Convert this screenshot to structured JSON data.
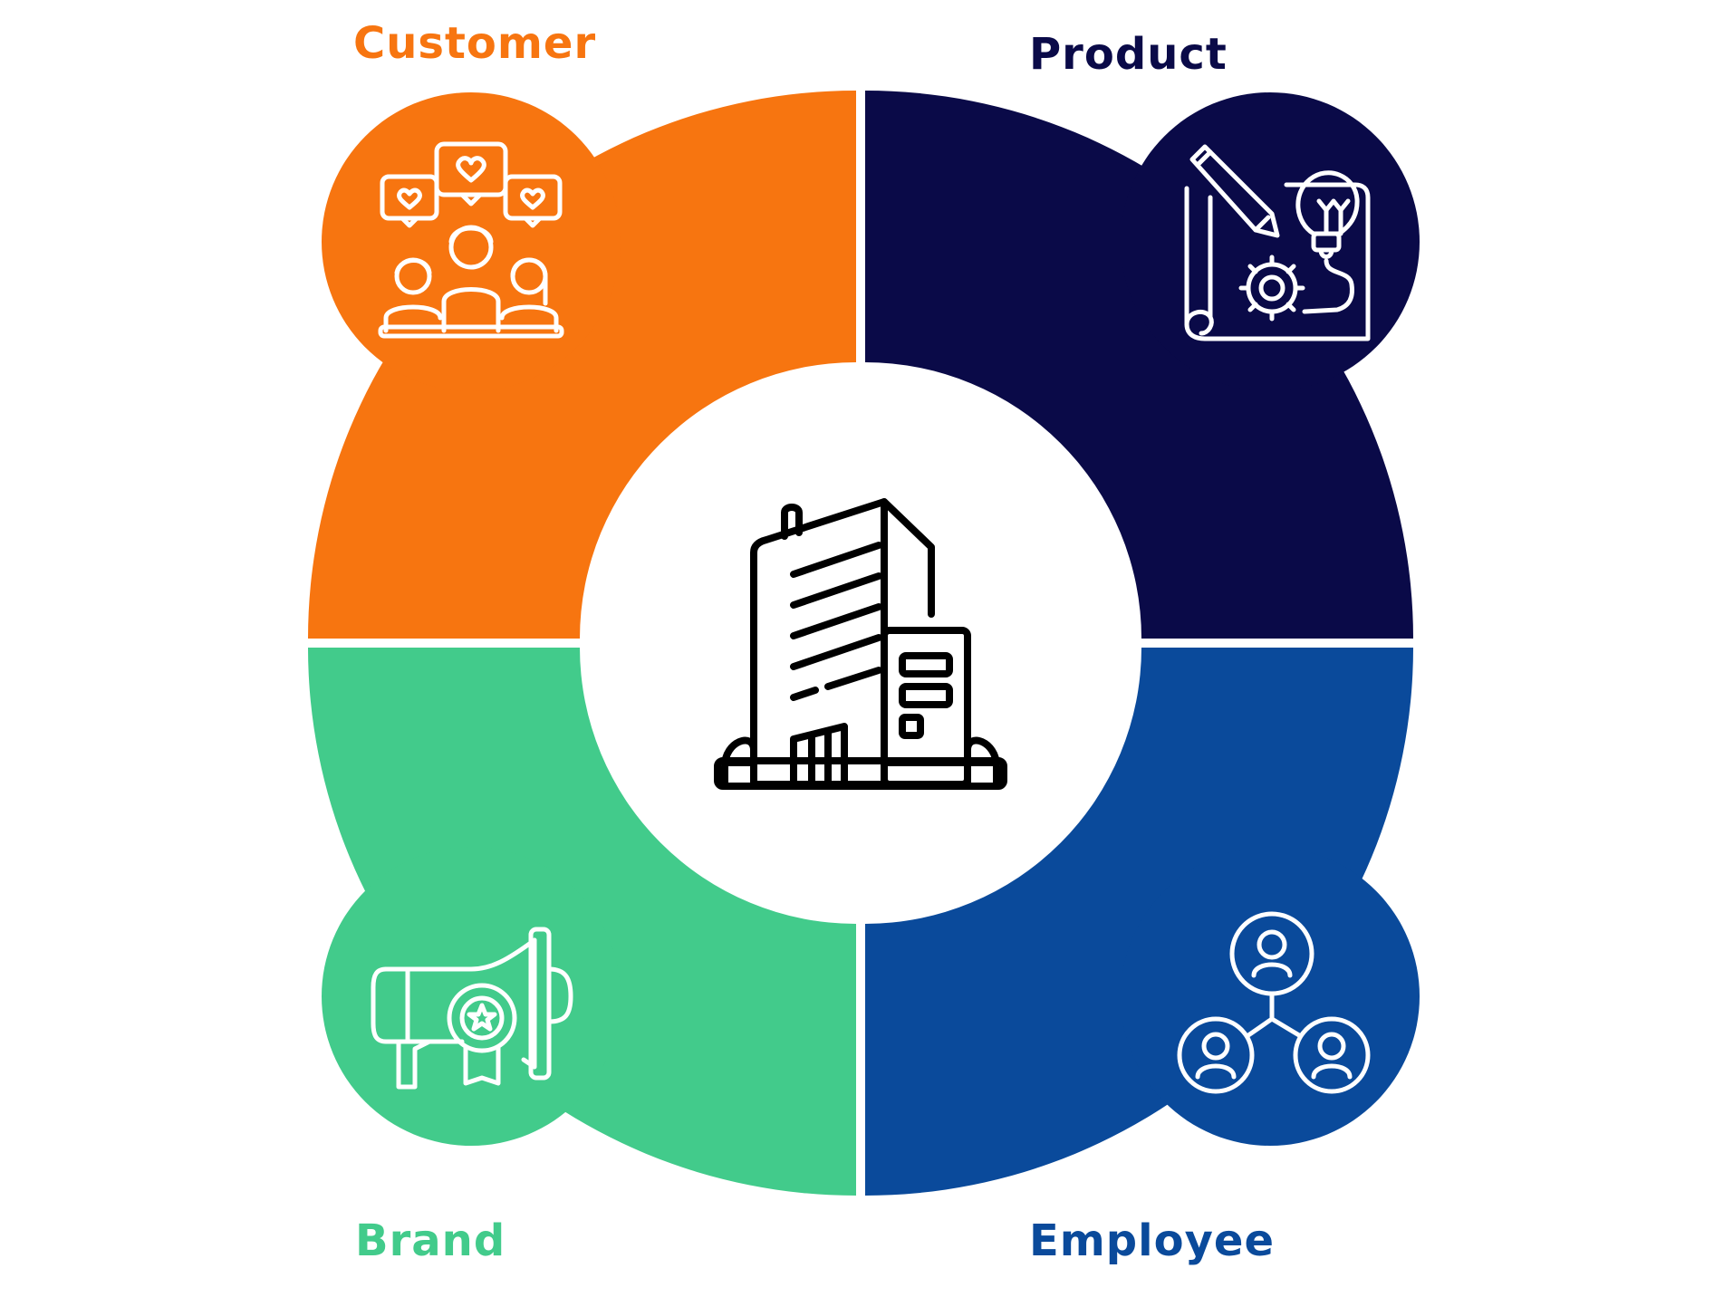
{
  "diagram": {
    "segments": [
      {
        "id": "customer",
        "label": "Customer",
        "color": "#F77510",
        "icon": "customer-love-icon"
      },
      {
        "id": "product",
        "label": "Product",
        "color": "#0A0A48",
        "icon": "product-design-icon"
      },
      {
        "id": "brand",
        "label": "Brand",
        "color": "#42CB8B",
        "icon": "brand-megaphone-icon"
      },
      {
        "id": "employee",
        "label": "Employee",
        "color": "#0A4A9B",
        "icon": "employee-network-icon"
      }
    ],
    "center": {
      "icon": "office-building-icon"
    }
  }
}
